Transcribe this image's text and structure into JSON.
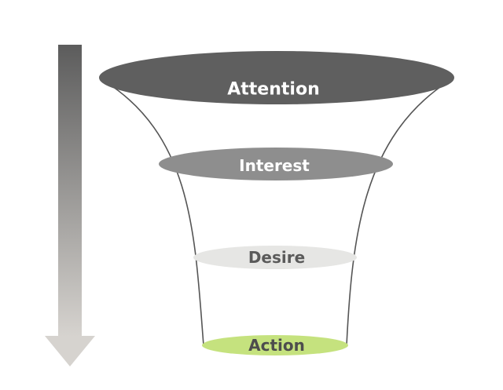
{
  "funnel": {
    "stages": [
      {
        "label": "Attention",
        "fill": "#5f5f5f",
        "text_color": "#ffffff"
      },
      {
        "label": "Interest",
        "fill": "#8e8e8e",
        "text_color": "#ffffff"
      },
      {
        "label": "Desire",
        "fill": "#e6e6e4",
        "text_color": "#5a5a5a"
      },
      {
        "label": "Action",
        "fill": "#c5e27e",
        "text_color": "#4d4d4d"
      }
    ],
    "outline_color": "#555555"
  },
  "arrow": {
    "top_color": "#5c5c5c",
    "bottom_color": "#d6d3cf"
  }
}
